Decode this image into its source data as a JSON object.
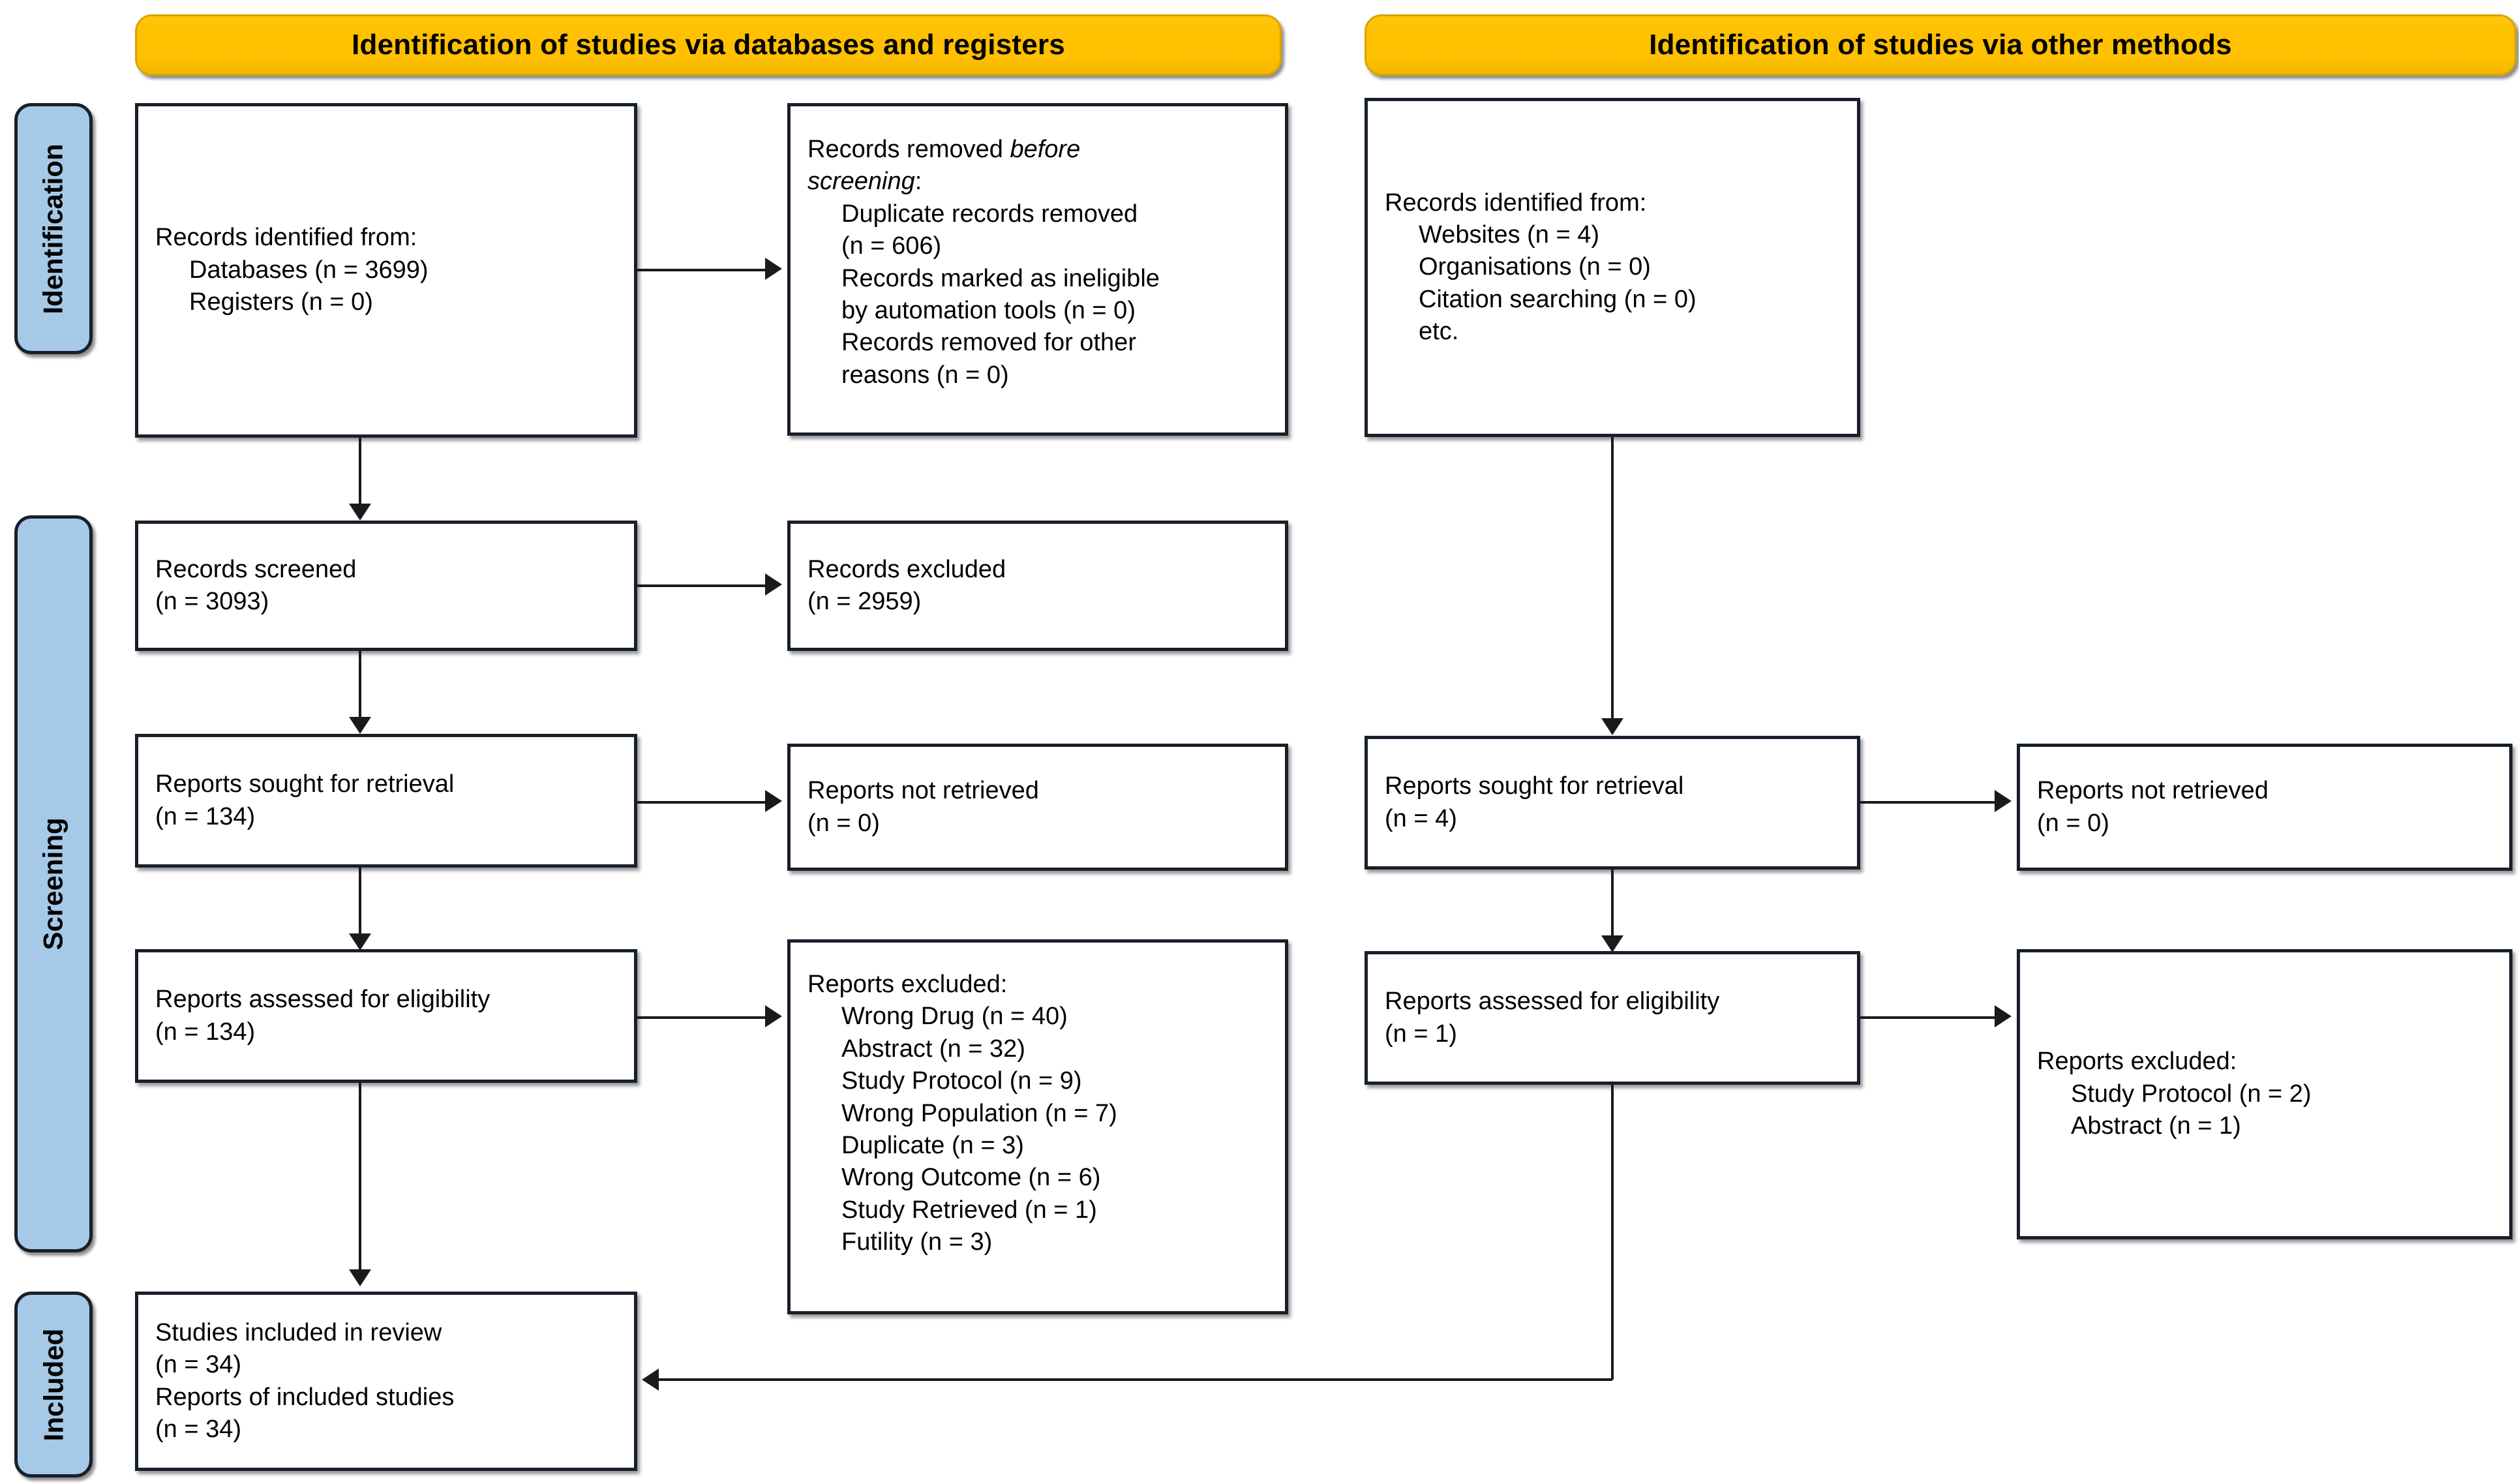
{
  "diagram": {
    "title": "PRISMA 2020 flow diagram",
    "colors": {
      "banner": "#FFC000",
      "phase": "#A6C9E8",
      "box_border": "#17202A",
      "connector": "#1a1a1a"
    }
  },
  "banners": {
    "left": "Identification of studies via databases and registers",
    "right": "Identification of studies via other methods"
  },
  "phases": {
    "identification": "Identification",
    "screening": "Screening",
    "included": "Included"
  },
  "left_column": {
    "identified": {
      "line1": "Records identified from:",
      "line2": "Databases (n = 3699)",
      "line3": "Registers (n = 0)"
    },
    "removed_before_screening": {
      "line1_a": "Records removed ",
      "line1_b": "before",
      "line2_a": "screening",
      "line2_b": ":",
      "line3": "Duplicate records removed",
      "line4": "(n = 606)",
      "line5": "Records marked as ineligible",
      "line6": "by automation tools (n = 0)",
      "line7": "Records removed for other",
      "line8": "reasons (n = 0)"
    },
    "records_screened": {
      "line1": "Records screened",
      "line2": "(n = 3093)"
    },
    "records_excluded": {
      "line1": "Records excluded",
      "line2": "(n = 2959)"
    },
    "reports_sought": {
      "line1": "Reports sought for retrieval",
      "line2": "(n = 134)"
    },
    "reports_not_retrieved": {
      "line1": "Reports not retrieved",
      "line2": "(n = 0)"
    },
    "reports_assessed": {
      "line1": "Reports assessed for eligibility",
      "line2": "(n = 134)"
    },
    "reports_excluded": {
      "heading": "Reports excluded:",
      "reasons": [
        "Wrong Drug (n = 40)",
        "Abstract (n = 32)",
        "Study Protocol (n = 9)",
        "Wrong Population (n = 7)",
        "Duplicate (n = 3)",
        "Wrong Outcome (n = 6)",
        "Study Retrieved (n = 1)",
        "Futility (n = 3)"
      ]
    },
    "studies_included": {
      "line1": "Studies included in review",
      "line2": "(n = 34)",
      "line3": "Reports of included studies",
      "line4": "(n = 34)"
    }
  },
  "right_column": {
    "identified": {
      "line1": "Records identified from:",
      "line2": "Websites (n = 4)",
      "line3": "Organisations (n = 0)",
      "line4": "Citation searching (n = 0)",
      "line5": "etc."
    },
    "reports_sought": {
      "line1": "Reports sought for retrieval",
      "line2": "(n = 4)"
    },
    "reports_not_retrieved": {
      "line1": "Reports not retrieved",
      "line2": "(n = 0)"
    },
    "reports_assessed": {
      "line1": "Reports assessed for eligibility",
      "line2": "(n = 1)"
    },
    "reports_excluded": {
      "heading": "Reports excluded:",
      "reasons": [
        "Study Protocol (n = 2)",
        "Abstract (n = 1)"
      ]
    }
  },
  "chart_data": {
    "type": "diagram",
    "title": "PRISMA 2020 flow diagram for new systematic reviews",
    "nodes": [
      {
        "id": "db_identified",
        "column": "databases",
        "phase": "Identification",
        "label": "Records identified from: Databases (n = 3699); Registers (n = 0)",
        "values": {
          "Databases": 3699,
          "Registers": 0
        }
      },
      {
        "id": "db_removed_before",
        "column": "databases",
        "phase": "Identification",
        "label": "Records removed before screening",
        "values": {
          "Duplicate records removed": 606,
          "Records marked as ineligible by automation tools": 0,
          "Records removed for other reasons": 0
        }
      },
      {
        "id": "db_screened",
        "column": "databases",
        "phase": "Screening",
        "label": "Records screened",
        "values": {
          "n": 3093
        }
      },
      {
        "id": "db_excluded",
        "column": "databases",
        "phase": "Screening",
        "label": "Records excluded",
        "values": {
          "n": 2959
        }
      },
      {
        "id": "db_sought",
        "column": "databases",
        "phase": "Screening",
        "label": "Reports sought for retrieval",
        "values": {
          "n": 134
        }
      },
      {
        "id": "db_not_retrieved",
        "column": "databases",
        "phase": "Screening",
        "label": "Reports not retrieved",
        "values": {
          "n": 0
        }
      },
      {
        "id": "db_assessed",
        "column": "databases",
        "phase": "Screening",
        "label": "Reports assessed for eligibility",
        "values": {
          "n": 134
        }
      },
      {
        "id": "db_reports_excluded",
        "column": "databases",
        "phase": "Screening",
        "label": "Reports excluded",
        "values": {
          "Wrong Drug": 40,
          "Abstract": 32,
          "Study Protocol": 9,
          "Wrong Population": 7,
          "Duplicate": 3,
          "Wrong Outcome": 6,
          "Study Retrieved": 1,
          "Futility": 3
        }
      },
      {
        "id": "included",
        "column": "databases",
        "phase": "Included",
        "label": "Studies included in review",
        "values": {
          "Studies included in review": 34,
          "Reports of included studies": 34
        }
      },
      {
        "id": "ot_identified",
        "column": "other",
        "phase": "Identification",
        "label": "Records identified from: Websites (n = 4); Organisations (n = 0); Citation searching (n = 0); etc.",
        "values": {
          "Websites": 4,
          "Organisations": 0,
          "Citation searching": 0
        }
      },
      {
        "id": "ot_sought",
        "column": "other",
        "phase": "Screening",
        "label": "Reports sought for retrieval",
        "values": {
          "n": 4
        }
      },
      {
        "id": "ot_not_retrieved",
        "column": "other",
        "phase": "Screening",
        "label": "Reports not retrieved",
        "values": {
          "n": 0
        }
      },
      {
        "id": "ot_assessed",
        "column": "other",
        "phase": "Screening",
        "label": "Reports assessed for eligibility",
        "values": {
          "n": 1
        }
      },
      {
        "id": "ot_reports_excluded",
        "column": "other",
        "phase": "Screening",
        "label": "Reports excluded",
        "values": {
          "Study Protocol": 2,
          "Abstract": 1
        }
      }
    ],
    "edges": [
      {
        "from": "db_identified",
        "to": "db_removed_before"
      },
      {
        "from": "db_identified",
        "to": "db_screened"
      },
      {
        "from": "db_screened",
        "to": "db_excluded"
      },
      {
        "from": "db_screened",
        "to": "db_sought"
      },
      {
        "from": "db_sought",
        "to": "db_not_retrieved"
      },
      {
        "from": "db_sought",
        "to": "db_assessed"
      },
      {
        "from": "db_assessed",
        "to": "db_reports_excluded"
      },
      {
        "from": "db_assessed",
        "to": "included"
      },
      {
        "from": "ot_identified",
        "to": "ot_sought"
      },
      {
        "from": "ot_sought",
        "to": "ot_not_retrieved"
      },
      {
        "from": "ot_sought",
        "to": "ot_assessed"
      },
      {
        "from": "ot_assessed",
        "to": "ot_reports_excluded"
      },
      {
        "from": "ot_assessed",
        "to": "included"
      }
    ]
  }
}
